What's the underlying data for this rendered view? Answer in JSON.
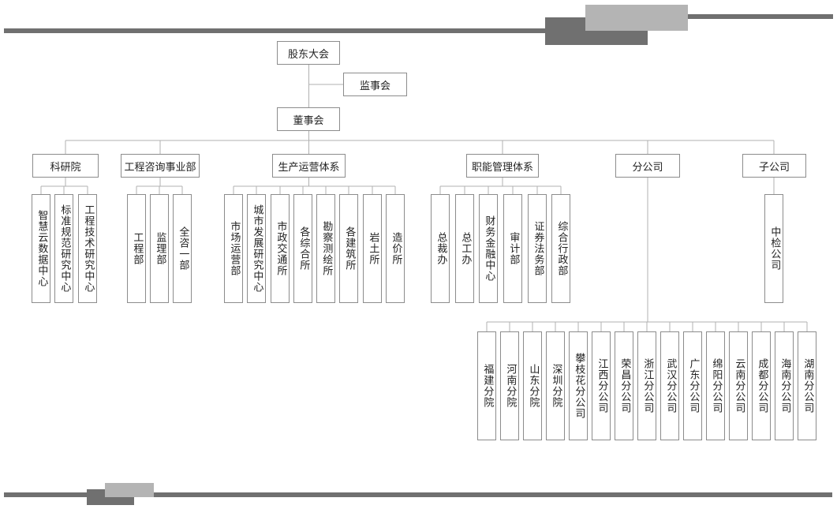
{
  "colors": {
    "dark_bar": "#707070",
    "light_bar": "#b4b4b4",
    "line": "#b0b0b0",
    "border": "#8c8c8c"
  },
  "org": {
    "shareholders": "股东大会",
    "supervisors": "监事会",
    "board": "董事会",
    "divisions": [
      {
        "label": "科研院",
        "children": [
          "智慧云数据中心",
          "标准规范研究中心",
          "工程技术研究中心"
        ]
      },
      {
        "label": "工程咨询事业部",
        "children": [
          "工程部",
          "监理部",
          "全咨一部"
        ]
      },
      {
        "label": "生产运营体系",
        "children": [
          "市场运营部",
          "城市发展研究中心",
          "市政交通所",
          "各综合所",
          "勘察测绘所",
          "各建筑所",
          "岩土所",
          "造价所"
        ]
      },
      {
        "label": "职能管理体系",
        "children": [
          "总裁办",
          "总工办",
          "财务金融中心",
          "审计部",
          "证券法务部",
          "综合行政部"
        ]
      },
      {
        "label": "分公司",
        "children": [
          "福建分院",
          "河南分院",
          "山东分院",
          "深圳分院",
          "攀枝花分公司",
          "江西分公司",
          "荣昌分公司",
          "浙江分公司",
          "武汉分公司",
          "广东分公司",
          "绵阳分公司",
          "云南分公司",
          "成都分公司",
          "海南分公司",
          "湖南分公司"
        ]
      },
      {
        "label": "子公司",
        "children": [
          "中检公司"
        ]
      }
    ]
  }
}
